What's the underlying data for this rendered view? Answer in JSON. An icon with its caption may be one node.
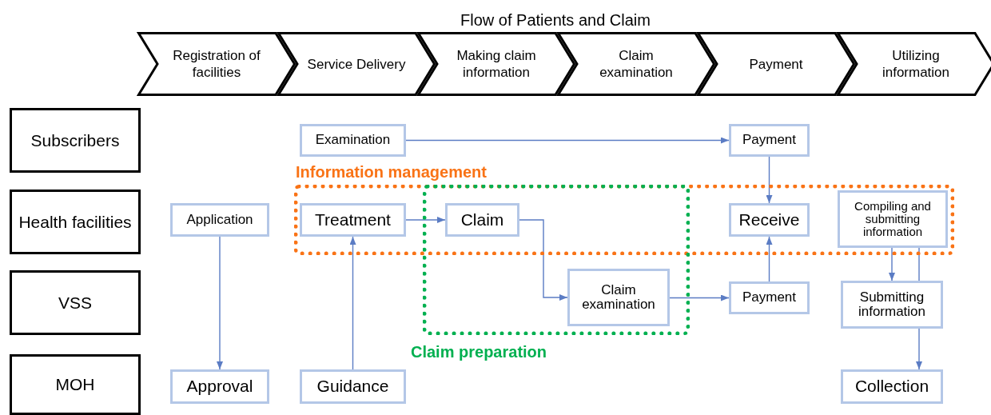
{
  "diagram": {
    "title": "Flow of Patients and Claim",
    "nodes": [
      {
        "text": [
          "Registration of facilities"
        ]
      },
      {
        "text": [
          "Service Delivery"
        ]
      },
      {
        "text": [
          "Making claim information"
        ]
      },
      {
        "text": [
          "Claim examination"
        ]
      },
      {
        "text": [
          "Payment"
        ]
      },
      {
        "text": [
          "Utilizing information"
        ]
      },
      {
        "text": [
          "Subscribers"
        ]
      },
      {
        "text": [
          "Health facilities"
        ]
      },
      {
        "text": [
          "VSS"
        ]
      },
      {
        "text": [
          "MOH"
        ]
      },
      {
        "text": [
          "Information management"
        ]
      },
      {
        "text": [
          "Claim preparation"
        ]
      },
      {
        "text": [
          "Examination"
        ]
      },
      {
        "text": [
          "Payment"
        ]
      },
      {
        "text": [
          "Application"
        ]
      },
      {
        "text": [
          "Treatment"
        ],
        "in": 10
      },
      {
        "text": [
          "Claim"
        ]
      },
      {
        "text": [
          "Receive"
        ],
        "in": 10
      },
      {
        "text": [
          "Compiling and submitting information"
        ],
        "in": 10
      },
      {
        "text": [
          "Claim examination"
        ],
        "in": 11
      },
      {
        "text": [
          "Payment"
        ]
      },
      {
        "text": [
          "Submitting information"
        ]
      },
      {
        "text": [
          "Approval"
        ]
      },
      {
        "text": [
          "Guidance"
        ]
      },
      {
        "text": [
          "Collection"
        ]
      }
    ],
    "edges": [
      {
        "from": 12,
        "to": 13,
        "arrow": "to"
      },
      {
        "from": 13,
        "to": 17,
        "arrow": "to"
      },
      {
        "from": 14,
        "to": 22,
        "arrow": "to"
      },
      {
        "from": 23,
        "to": 15,
        "arrow": "to"
      },
      {
        "from": 15,
        "to": 16,
        "arrow": "to"
      },
      {
        "from": 16,
        "to": 19,
        "arrow": "to"
      },
      {
        "from": 19,
        "to": 20,
        "arrow": "to"
      },
      {
        "from": 20,
        "to": 17,
        "arrow": "to"
      },
      {
        "from": 18,
        "to": 21,
        "arrow": "to"
      },
      {
        "from": 21,
        "to": 18,
        "arrow": "none"
      },
      {
        "from": 21,
        "to": 24,
        "arrow": "to"
      }
    ]
  }
}
